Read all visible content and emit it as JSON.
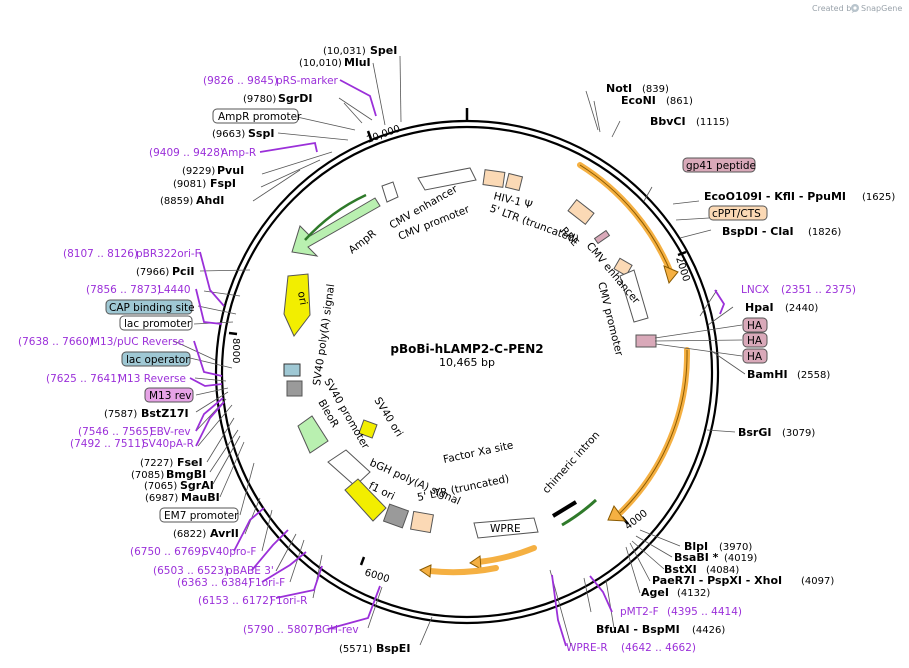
{
  "brand": {
    "credit": "Created by",
    "name": "SnapGene"
  },
  "plasmid": {
    "name": "pBoBi-hLAMP2-C-PEN2",
    "size": "10,465 bp"
  },
  "ticks": [
    "2000",
    "4000",
    "6000",
    "8000",
    "10,000"
  ],
  "enzymes": [
    {
      "name": "SpeI",
      "pos": "(10,031)"
    },
    {
      "name": "MluI",
      "pos": "(10,010)"
    },
    {
      "name": "SgrDI",
      "pos": "(9780)"
    },
    {
      "name": "SspI",
      "pos": "(9663)"
    },
    {
      "name": "PvuI",
      "pos": "(9229)"
    },
    {
      "name": "FspI",
      "pos": "(9081)"
    },
    {
      "name": "AhdI",
      "pos": "(8859)"
    },
    {
      "name": "PciI",
      "pos": "(7966)"
    },
    {
      "name": "BstZ17I",
      "pos": "(7587)"
    },
    {
      "name": "FseI",
      "pos": "(7227)"
    },
    {
      "name": "BmgBI",
      "pos": "(7085)"
    },
    {
      "name": "SgrAI",
      "pos": "(7065)"
    },
    {
      "name": "MauBI",
      "pos": "(6987)"
    },
    {
      "name": "AvrII",
      "pos": "(6822)"
    },
    {
      "name": "BspEI",
      "pos": "(5571)"
    },
    {
      "name": "NotI",
      "pos": "(839)"
    },
    {
      "name": "EcoNI",
      "pos": "(861)"
    },
    {
      "name": "BbvCI",
      "pos": "(1115)"
    },
    {
      "name": "EcoO109I - KflI - PpuMI",
      "pos": "(1625)"
    },
    {
      "name": "BspDI - ClaI",
      "pos": "(1826)"
    },
    {
      "name": "HpaI",
      "pos": "(2440)"
    },
    {
      "name": "BamHI",
      "pos": "(2558)"
    },
    {
      "name": "BsrGI",
      "pos": "(3079)"
    },
    {
      "name": "BlpI",
      "pos": "(3970)"
    },
    {
      "name": "BsaBI *",
      "pos": "(4019)"
    },
    {
      "name": "BstXI",
      "pos": "(4084)"
    },
    {
      "name": "PaeR7I - PspXI - XhoI",
      "pos": "(4097)"
    },
    {
      "name": "AgeI",
      "pos": "(4132)"
    },
    {
      "name": "BfuAI - BspMI",
      "pos": "(4426)"
    }
  ],
  "primers": [
    {
      "name": "pRS-marker",
      "range": "(9826 .. 9845)"
    },
    {
      "name": "Amp-R",
      "range": "(9409 .. 9428)"
    },
    {
      "name": "pBR322ori-F",
      "range": "(8107 .. 8126)"
    },
    {
      "name": "L4440",
      "range": "(7856 .. 7873)"
    },
    {
      "name": "M13/pUC Reverse",
      "range": "(7638 .. 7660)"
    },
    {
      "name": "M13 Reverse",
      "range": "(7625 .. 7641)"
    },
    {
      "name": "EBV-rev",
      "range": "(7546 .. 7565)"
    },
    {
      "name": "SV40pA-R",
      "range": "(7492 .. 7511)"
    },
    {
      "name": "SV40pro-F",
      "range": "(6750 .. 6769)"
    },
    {
      "name": "pBABE 3'",
      "range": "(6503 .. 6523)"
    },
    {
      "name": "F1ori-F",
      "range": "(6363 .. 6384)"
    },
    {
      "name": "F1ori-R",
      "range": "(6153 .. 6172)"
    },
    {
      "name": "BGH-rev",
      "range": "(5790 .. 5807)"
    },
    {
      "name": "LNCX",
      "range": "(2351 .. 2375)"
    },
    {
      "name": "pMT2-F",
      "range": "(4395 .. 4414)"
    },
    {
      "name": "WPRE-R",
      "range": "(4642 .. 4662)"
    }
  ],
  "boxed_labels": [
    {
      "name": "AmpR promoter",
      "fill": "#ffffff"
    },
    {
      "name": "CAP binding site",
      "fill": "#9fc8d4"
    },
    {
      "name": "lac promoter",
      "fill": "#ffffff"
    },
    {
      "name": "lac operator",
      "fill": "#9fc8d4"
    },
    {
      "name": "M13 rev",
      "fill": "#e6a3e6"
    },
    {
      "name": "EM7 promoter",
      "fill": "#ffffff"
    },
    {
      "name": "gp41 peptide",
      "fill": "#d9a9b9"
    },
    {
      "name": "cPPT/CTS",
      "fill": "#fbd9b5"
    },
    {
      "name": "HA",
      "fill": "#d9a9b9"
    },
    {
      "name": "HA",
      "fill": "#d9a9b9"
    },
    {
      "name": "HA",
      "fill": "#d9a9b9"
    }
  ],
  "features": [
    "CMV enhancer",
    "CMV promoter",
    "HIV-1 Ψ",
    "5' LTR (truncated)",
    "RRE",
    "CMV enhancer",
    "CMV promoter",
    "AmpR",
    "ori",
    "SV40 poly(A) signal",
    "SV40 promoter",
    "SV40 ori",
    "BleoR",
    "f1 ori",
    "bGH poly(A) signal",
    "5' LTR (truncated)",
    "Factor Xa site",
    "chimeric intron",
    "WPRE"
  ],
  "colors": {
    "backbone": "#000000",
    "ampr": "#b9f0b0",
    "ori": "#f2ee00",
    "orange_arrow": "#f5b042",
    "primer": "#9b30d9",
    "tan": "#fbd9b5",
    "pink": "#d9a9b9",
    "teal": "#9fc8d4"
  }
}
